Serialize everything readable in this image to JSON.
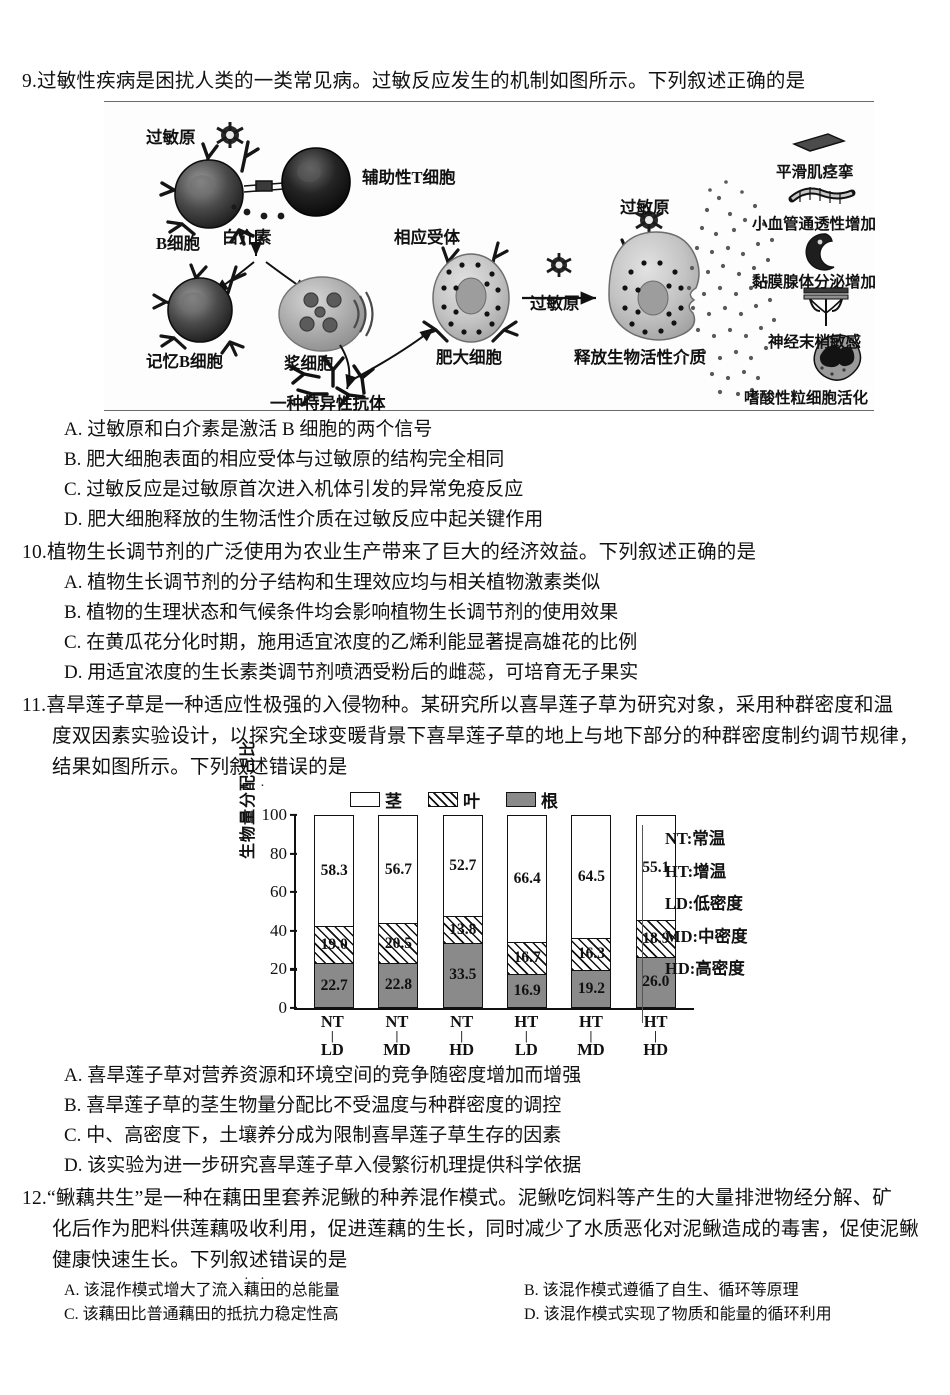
{
  "questions": [
    {
      "number": "9.",
      "stem": "过敏性疾病是困扰人类的一类常见病。过敏反应发生的机制如图所示。下列叙述正确的是",
      "options": [
        {
          "label": "A.",
          "text": "过敏原和白介素是激活 B 细胞的两个信号"
        },
        {
          "label": "B.",
          "text": "肥大细胞表面的相应受体与过敏原的结构完全相同"
        },
        {
          "label": "C.",
          "text": "过敏反应是过敏原首次进入机体引发的异常免疫反应"
        },
        {
          "label": "D.",
          "text": "肥大细胞释放的生物活性介质在过敏反应中起关键作用"
        }
      ]
    },
    {
      "number": "10.",
      "stem": "植物生长调节剂的广泛使用为农业生产带来了巨大的经济效益。下列叙述正确的是",
      "options": [
        {
          "label": "A.",
          "text": "植物生长调节剂的分子结构和生理效应均与相关植物激素类似"
        },
        {
          "label": "B.",
          "text": "植物的生理状态和气候条件均会影响植物生长调节剂的使用效果"
        },
        {
          "label": "C.",
          "text": "在黄瓜花分化时期，施用适宜浓度的乙烯利能显著提高雄花的比例"
        },
        {
          "label": "D.",
          "text": "用适宜浓度的生长素类调节剂喷洒受粉后的雌蕊，可培育无子果实"
        }
      ]
    },
    {
      "number": "11.",
      "stem_lines": [
        "喜旱莲子草是一种适应性极强的入侵物种。某研究所以喜旱莲子草为研究对象，采用种群密度和温",
        "度双因素实验设计，以探究全球变暖背景下喜旱莲子草的地上与地下部分的种群密度制约调节规律，",
        "结果如图所示。下列叙述错误的是"
      ],
      "options": [
        {
          "label": "A.",
          "text": "喜旱莲子草对营养资源和环境空间的竞争随密度增加而增强"
        },
        {
          "label": "B.",
          "text": "喜旱莲子草的茎生物量分配比不受温度与种群密度的调控"
        },
        {
          "label": "C.",
          "text": "中、高密度下，土壤养分成为限制喜旱莲子草生存的因素"
        },
        {
          "label": "D.",
          "text": "该实验为进一步研究喜旱莲子草入侵繁衍机理提供科学依据"
        }
      ]
    },
    {
      "number": "12.",
      "stem_lines": [
        "“鳅藕共生”是一种在藕田里套养泥鳅的种养混作模式。泥鳅吃饲料等产生的大量排泄物经分解、矿",
        "化后作为肥料供莲藕吸收利用，促进莲藕的生长，同时减少了水质恶化对泥鳅造成的毒害，促使泥鳅",
        "健康快速生长。下列叙述错误的是"
      ],
      "options_grid": [
        [
          {
            "label": "A.",
            "text": "该混作模式增大了流入藕田的总能量"
          },
          {
            "label": "B.",
            "text": "该混作模式遵循了自生、循环等原理"
          }
        ],
        [
          {
            "label": "C.",
            "text": "该藕田比普通藕田的抵抗力稳定性高"
          },
          {
            "label": "D.",
            "text": "该混作模式实现了物质和能量的循环利用"
          }
        ]
      ]
    }
  ],
  "figure9": {
    "labels": {
      "allergen_top": "过敏原",
      "b_cell": "B细胞",
      "helper_t": "辅助性T细胞",
      "interleukin": "白介素",
      "memory_b": "记忆B细胞",
      "plasma_cell": "浆细胞",
      "antibody": "一种特异性抗体",
      "receptor": "相应受体",
      "mast_cell": "肥大细胞",
      "allergen_mid": "过敏原",
      "allergen_right": "过敏原",
      "release_mediators": "释放生物活性介质"
    },
    "effects": [
      "平滑肌痉挛",
      "小血管通透性增加",
      "黏膜腺体分泌增加",
      "神经末梢敏感",
      "嗜酸性粒细胞活化"
    ]
  },
  "chart_data": {
    "type": "bar",
    "stacked": true,
    "title": "",
    "xlabel": "",
    "ylabel": "生物量分配占比",
    "ylim": [
      0,
      100
    ],
    "yticks": [
      0,
      20,
      40,
      60,
      80,
      100
    ],
    "grid": false,
    "legend_position": "top",
    "categories": [
      "NT\nLD",
      "NT\nMD",
      "NT\nHD",
      "HT\nLD",
      "HT\nMD",
      "HT\nHD"
    ],
    "category_top": [
      "NT",
      "NT",
      "NT",
      "HT",
      "HT",
      "HT"
    ],
    "category_bottom": [
      "LD",
      "MD",
      "HD",
      "LD",
      "MD",
      "HD"
    ],
    "series": [
      {
        "name": "茎",
        "fill": "white",
        "values": [
          58.3,
          56.7,
          52.7,
          66.4,
          64.5,
          55.1
        ]
      },
      {
        "name": "叶",
        "fill": "hatch",
        "values": [
          19.0,
          20.5,
          13.8,
          16.7,
          16.3,
          18.9
        ]
      },
      {
        "name": "根",
        "fill": "gray",
        "values": [
          22.7,
          22.8,
          33.5,
          16.9,
          19.2,
          26.0
        ]
      }
    ],
    "key": [
      "NT:常温",
      "HT:增温",
      "LD:低密度",
      "MD:中密度",
      "HD:高密度"
    ],
    "colors": {
      "stem": "#ffffff",
      "leaf_hatch": "#111111",
      "root": "#8a8a8a",
      "axis": "#111111"
    }
  }
}
